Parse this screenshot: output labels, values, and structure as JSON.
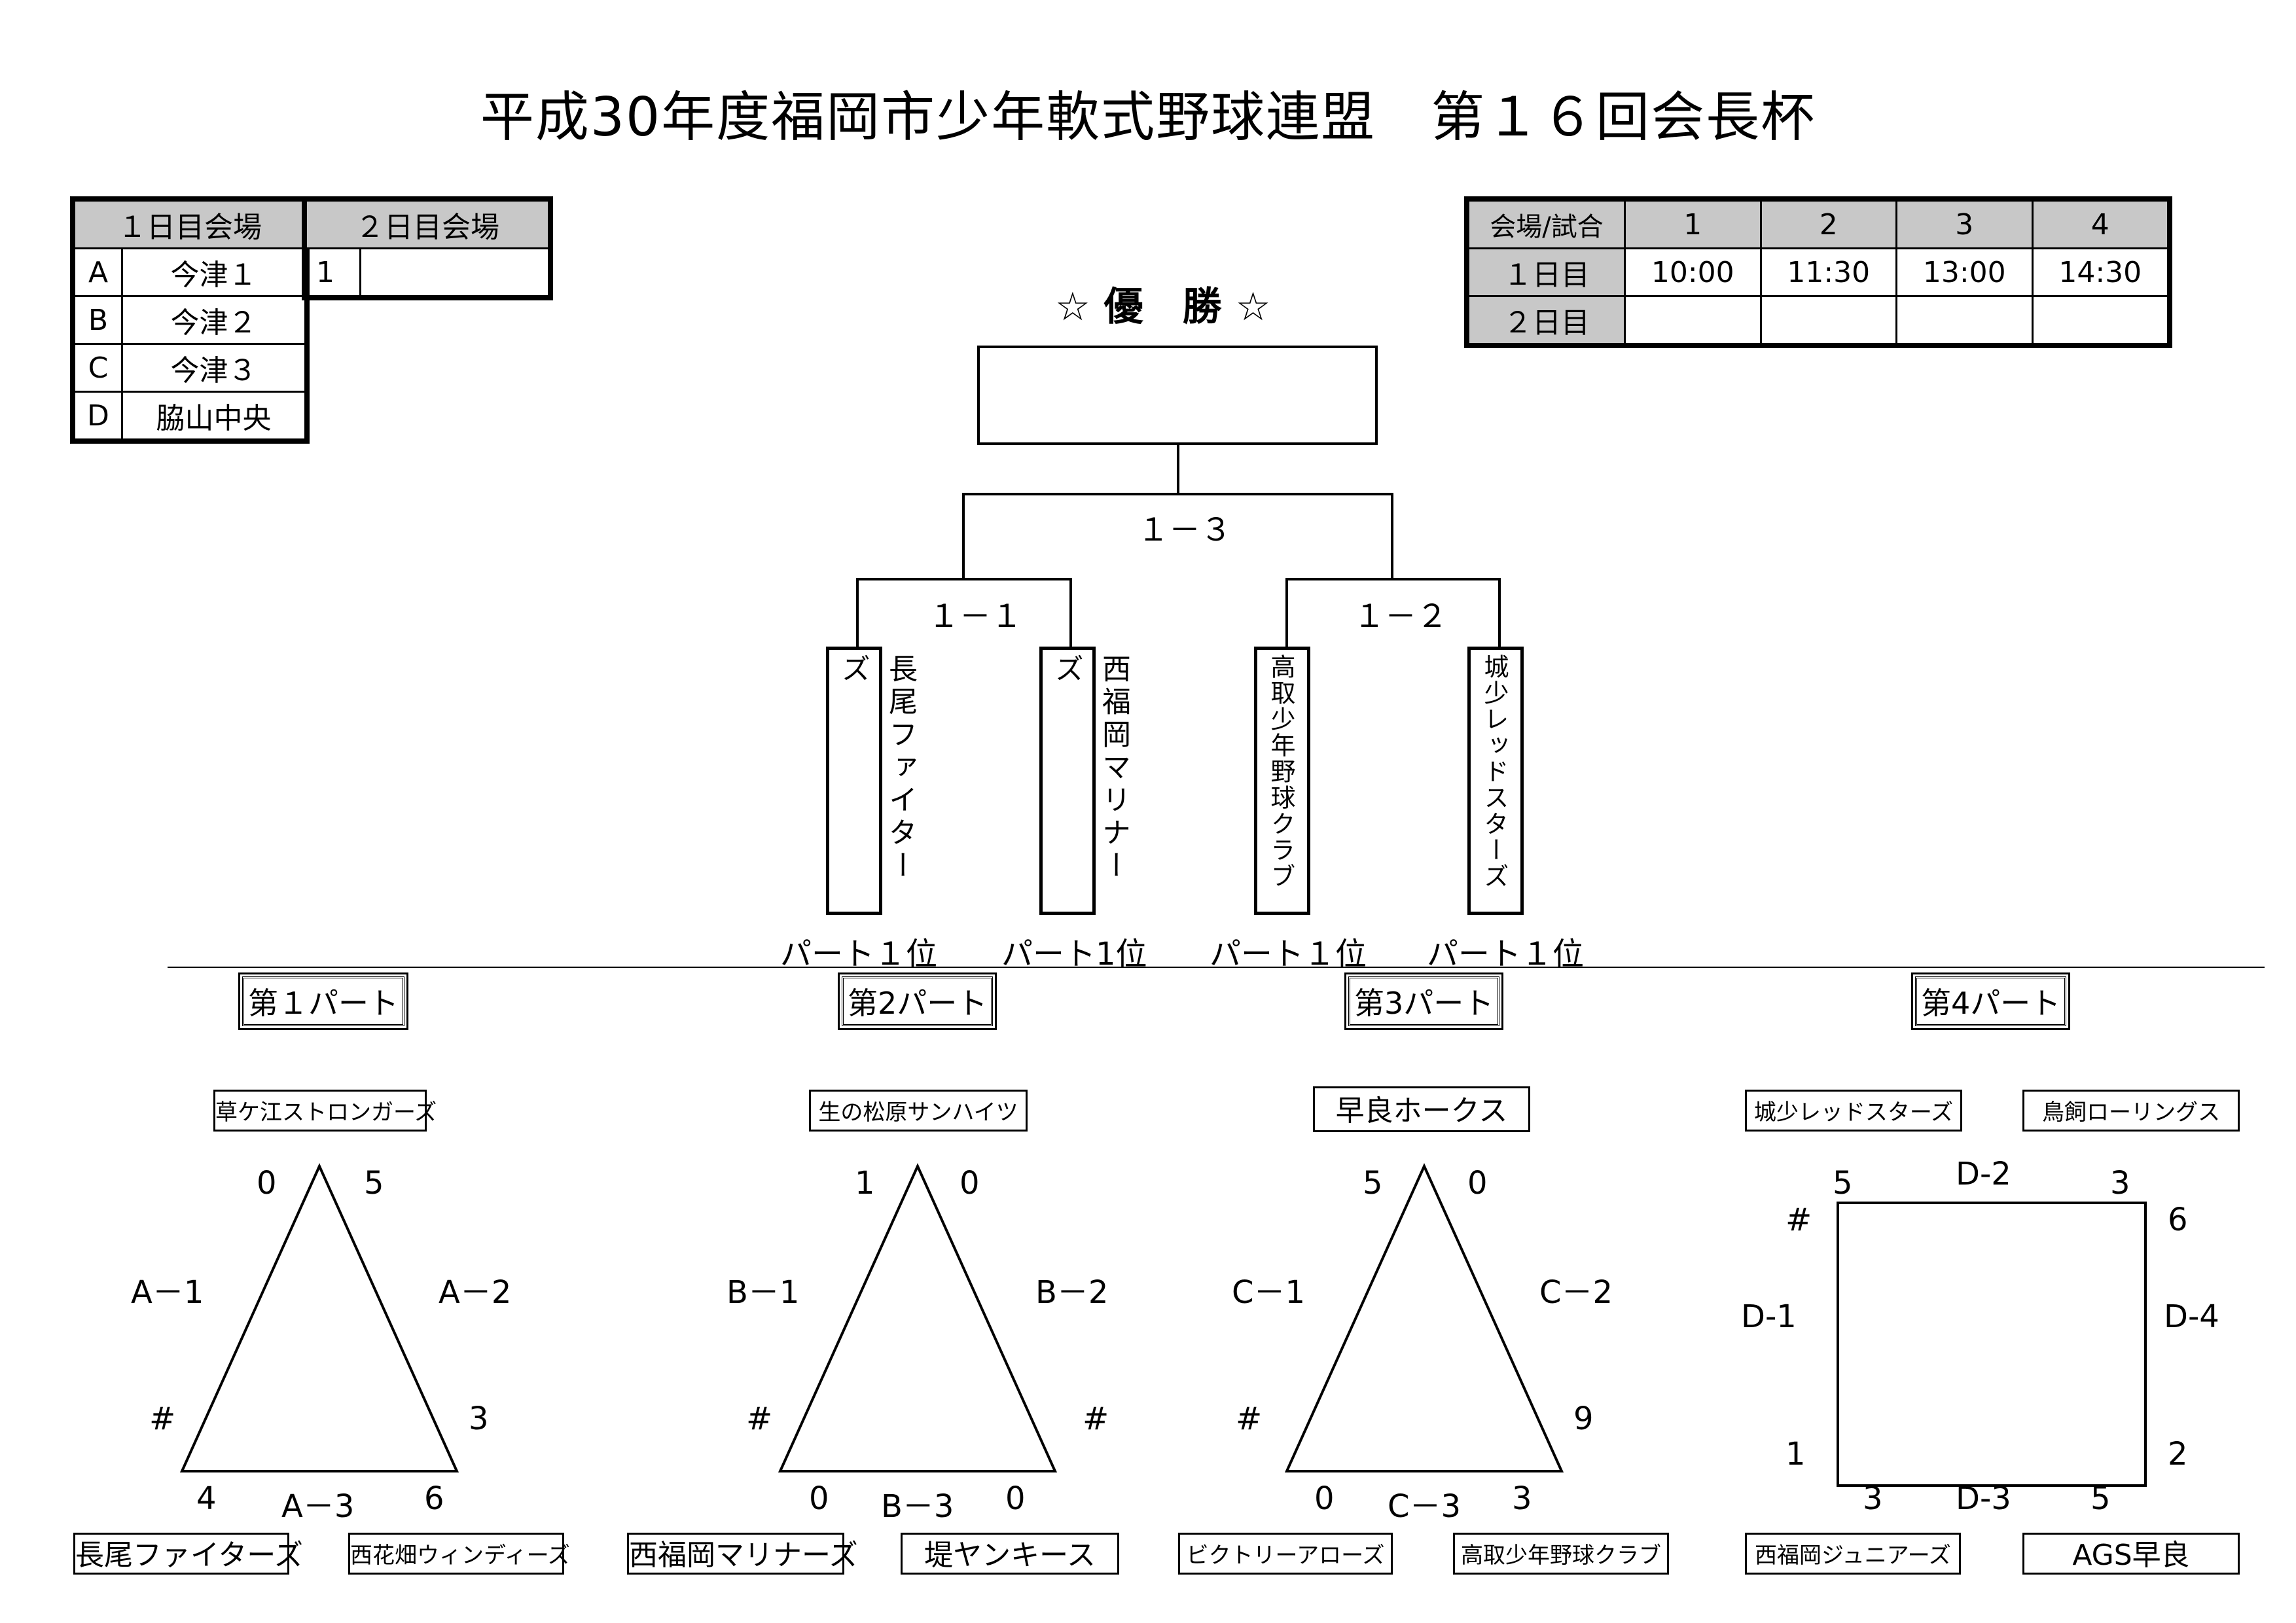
{
  "title": "平成30年度福岡市少年軟式野球連盟　第１６回会長杯",
  "venues": {
    "day1_header": "１日目会場",
    "day2_header": "２日目会場",
    "day1": [
      {
        "code": "A",
        "name": "今津１"
      },
      {
        "code": "B",
        "name": "今津２"
      },
      {
        "code": "C",
        "name": "今津３"
      },
      {
        "code": "D",
        "name": "脇山中央"
      }
    ],
    "day2": [
      {
        "code": "1",
        "name": ""
      }
    ]
  },
  "schedule": {
    "corner": "会場/試合",
    "games": [
      "1",
      "2",
      "3",
      "4"
    ],
    "rows": [
      {
        "label": "１日目",
        "times": [
          "10:00",
          "11:30",
          "13:00",
          "14:30"
        ]
      },
      {
        "label": "２日目",
        "times": [
          "",
          "",
          "",
          ""
        ]
      }
    ]
  },
  "final": {
    "champion_label": "☆ 優　勝 ☆",
    "final_game": "１－３",
    "semi_left": "１－１",
    "semi_right": "１－２",
    "finalists": [
      {
        "name": "長尾ファイターズ",
        "rank": "パート１位"
      },
      {
        "name": "西福岡マリナーズ",
        "rank": "パート1位"
      },
      {
        "name": "高取少年野球クラブ",
        "rank": "パート１位"
      },
      {
        "name": "城少レッドスターズ",
        "rank": "パート１位"
      }
    ]
  },
  "parts": [
    {
      "label": "第１パート",
      "teams": {
        "top": "草ケ江ストロンガーズ",
        "bl": "長尾ファイターズ",
        "br": "西花畑ウィンディーズ"
      },
      "games": {
        "left": "A－1",
        "right": "A－2",
        "bottom": "A－3"
      },
      "scores": {
        "top_l": "0",
        "top_r": "5",
        "left_b": "#",
        "right_b": "3",
        "bot_l": "4",
        "bot_r": "6"
      }
    },
    {
      "label": "第2パート",
      "teams": {
        "top": "生の松原サンハイツ",
        "bl": "西福岡マリナーズ",
        "br": "堤ヤンキース"
      },
      "games": {
        "left": "B－1",
        "right": "B－2",
        "bottom": "B－3"
      },
      "scores": {
        "top_l": "1",
        "top_r": "0",
        "left_b": "#",
        "right_b": "#",
        "bot_l": "0",
        "bot_r": "0"
      }
    },
    {
      "label": "第3パート",
      "teams": {
        "top": "早良ホークス",
        "bl": "ビクトリーアローズ",
        "br": "高取少年野球クラブ"
      },
      "games": {
        "left": "C－1",
        "right": "C－2",
        "bottom": "C－3"
      },
      "scores": {
        "top_l": "5",
        "top_r": "0",
        "left_b": "#",
        "right_b": "9",
        "bot_l": "0",
        "bot_r": "3"
      }
    },
    {
      "label": "第4パート",
      "teams": {
        "tl": "城少レッドスターズ",
        "tr": "鳥飼ローリングス",
        "bl": "西福岡ジュニアーズ",
        "br": "AGS早良"
      },
      "games": {
        "top": "D-2",
        "left": "D-1",
        "right": "D-4",
        "bottom": "D-3"
      },
      "scores": {
        "top_l": "5",
        "top_r": "3",
        "left_t": "#",
        "right_t": "6",
        "left_b": "1",
        "right_b": "2",
        "bot_l": "3",
        "bot_r": "5"
      }
    }
  ]
}
